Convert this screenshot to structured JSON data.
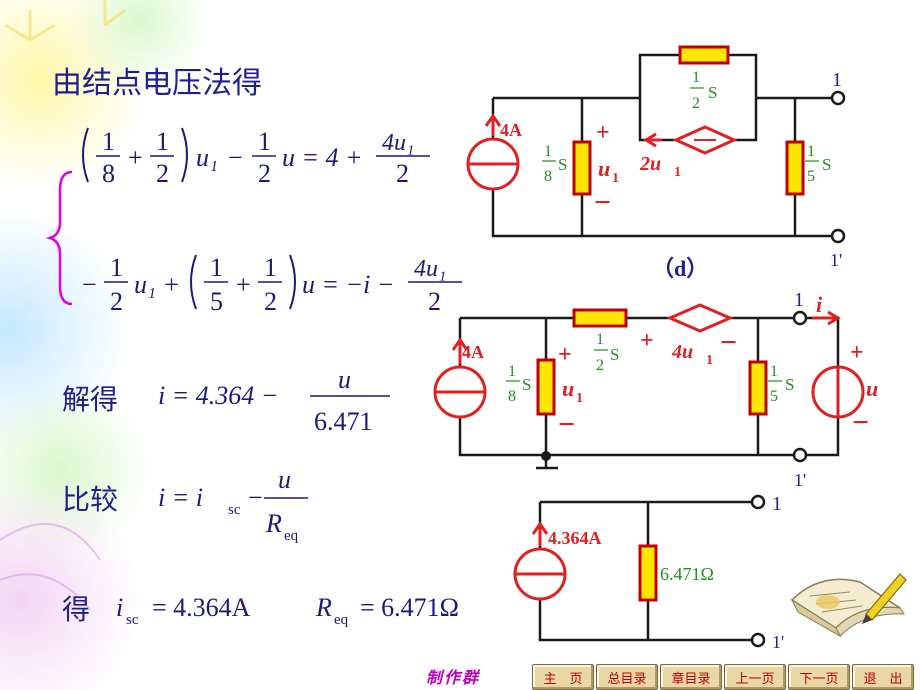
{
  "heading": "由结点电压法得",
  "equations": {
    "eq1": {
      "f1n": "1",
      "f1d": "8",
      "f2n": "1",
      "f2d": "2",
      "v1": "u₁",
      "minus": "−",
      "f3n": "1",
      "f3d": "2",
      "v2": "u = 4 +",
      "f4n": "4u₁",
      "f4d": "2"
    },
    "eq2": {
      "lead": "−",
      "f1n": "1",
      "f1d": "2",
      "v1": "u₁ +",
      "f2n": "1",
      "f2d": "5",
      "f3n": "1",
      "f3d": "2",
      "rhs": "u = −i −",
      "f4n": "4u₁",
      "f4d": "2"
    },
    "solve_label": "解得",
    "solve_lhs": "i = 4.364 −",
    "solve_num": "u",
    "solve_den": "6.471",
    "compare_label": "比较",
    "compare_lhs": "i = i",
    "compare_sub": "sc",
    "compare_minus": "−",
    "compare_num": "u",
    "compare_den": "R",
    "compare_den_sub": "eq",
    "result_label": "得",
    "result_isc": "i",
    "result_isc_sub": "sc",
    "result_isc_val": "= 4.364A",
    "result_req": "R",
    "result_req_sub": "eq",
    "result_req_val": "= 6.471Ω"
  },
  "circuit_d": {
    "caption": "（d）",
    "source": "4A",
    "g_left_n": "1",
    "g_left_d": "8",
    "g_left_unit": "S",
    "u1_plus": "+",
    "u1_label": "u",
    "u1_sub": "1",
    "u1_minus": "−",
    "g_top_n": "1",
    "g_top_d": "2",
    "g_top_unit": "S",
    "dep_source": "2u",
    "dep_sub": "1",
    "g_right_n": "1",
    "g_right_d": "5",
    "g_right_unit": "S",
    "node_top": "1",
    "node_bottom": "1'"
  },
  "circuit_e": {
    "source": "4A",
    "g_left_n": "1",
    "g_left_d": "8",
    "g_left_unit": "S",
    "u1_plus": "+",
    "u1_label": "u",
    "u1_sub": "1",
    "u1_minus": "−",
    "g_top_n": "1",
    "g_top_d": "2",
    "g_top_unit": "S",
    "dep_plus": "+",
    "dep_source": "4u",
    "dep_sub": "1",
    "dep_minus": "−",
    "g_right_n": "1",
    "g_right_d": "5",
    "g_right_unit": "S",
    "node_top": "1",
    "node_bottom": "1'",
    "current": "i",
    "u_plus": "+",
    "u_label": "u",
    "u_minus": "−"
  },
  "circuit_f": {
    "source": "4.364A",
    "resistor": "6.471Ω",
    "node_top": "1",
    "node_bottom": "1'"
  },
  "footer": {
    "maker": "制作群",
    "nav": [
      "主　页",
      "总目录",
      "章目录",
      "上一页",
      "下一页",
      "退　出"
    ]
  },
  "colors": {
    "wire": "#1a1a1a",
    "resistor_fill": "#ffe600",
    "resistor_border": "#c00000",
    "source_red": "#e02020",
    "label_red": "#e02020",
    "conductance_green": "#1f8f1f",
    "text_blue": "#1f1f8f",
    "brace_magenta": "#e000e0"
  },
  "icons": [
    "notebook-pen-icon"
  ]
}
